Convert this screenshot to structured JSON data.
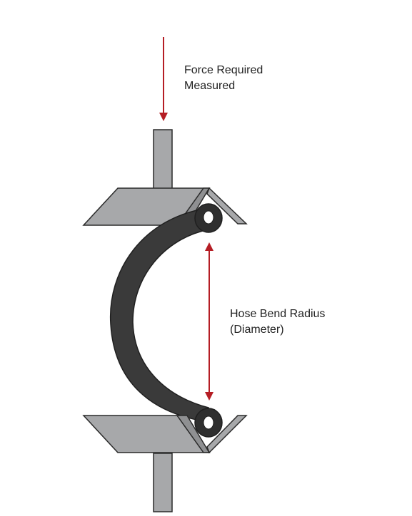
{
  "force_label": {
    "line1": "Force Required",
    "line2": "Measured"
  },
  "bend_label": {
    "line1": "Hose Bend Radius",
    "line2": "(Diameter)"
  },
  "colors": {
    "arrow": "#b51d24",
    "plate_fill": "#a7a8aa",
    "plate_stroke": "#2a2a2a",
    "hose": "#3a3a3a",
    "hose_dark": "#1f1f1f",
    "text": "#222222"
  }
}
